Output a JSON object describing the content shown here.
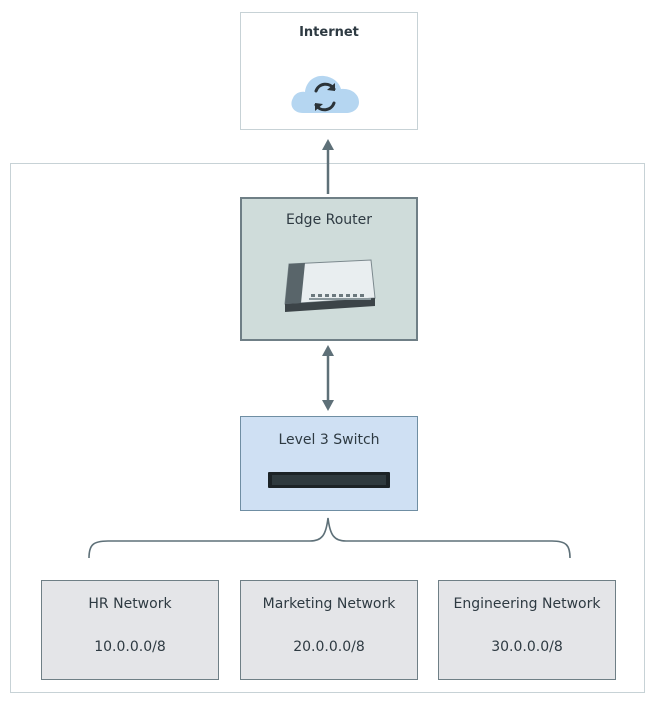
{
  "internet": {
    "title": "Internet"
  },
  "edge_router": {
    "title": "Edge Router"
  },
  "switch": {
    "title": "Level 3 Switch"
  },
  "networks": [
    {
      "name": "HR Network",
      "cidr": "10.0.0.0/8"
    },
    {
      "name": "Marketing Network",
      "cidr": "20.0.0.0/8"
    },
    {
      "name": "Engineering Network",
      "cidr": "30.0.0.0/8"
    }
  ],
  "colors": {
    "cloud": "#b5d6f1",
    "router_fill": "#cfdcda",
    "switch_fill": "#cfe0f3",
    "network_fill": "#e4e5e8",
    "connector": "#5e7078"
  },
  "icons": {
    "internet": "cloud-sync-icon",
    "router": "router-device-icon",
    "switch": "rack-switch-icon"
  }
}
